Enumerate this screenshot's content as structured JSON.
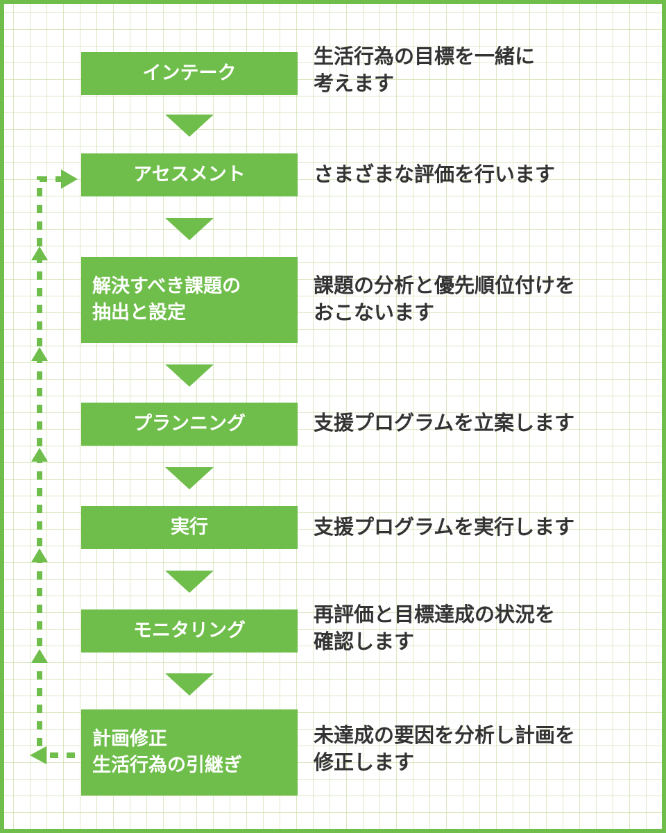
{
  "colors": {
    "accent": "#6fbe4b",
    "text": "#333333",
    "grid": "#d6e4b8"
  },
  "steps": [
    {
      "label": "インテーク",
      "desc": "生活行為の目標を一緒に\n考えます"
    },
    {
      "label": "アセスメント",
      "desc": "さまざまな評価を行います"
    },
    {
      "label": "解決すべき課題の\n抽出と設定",
      "desc": "課題の分析と優先順位付けを\nおこないます"
    },
    {
      "label": "プランニング",
      "desc": "支援プログラムを立案します"
    },
    {
      "label": "実行",
      "desc": "支援プログラムを実行します"
    },
    {
      "label": "モニタリング",
      "desc": "再評価と目標達成の状況を\n確認します"
    },
    {
      "label": "計画修正\n生活行為の引継ぎ",
      "desc": "未達成の要因を分析し計画を\n修正します"
    }
  ]
}
